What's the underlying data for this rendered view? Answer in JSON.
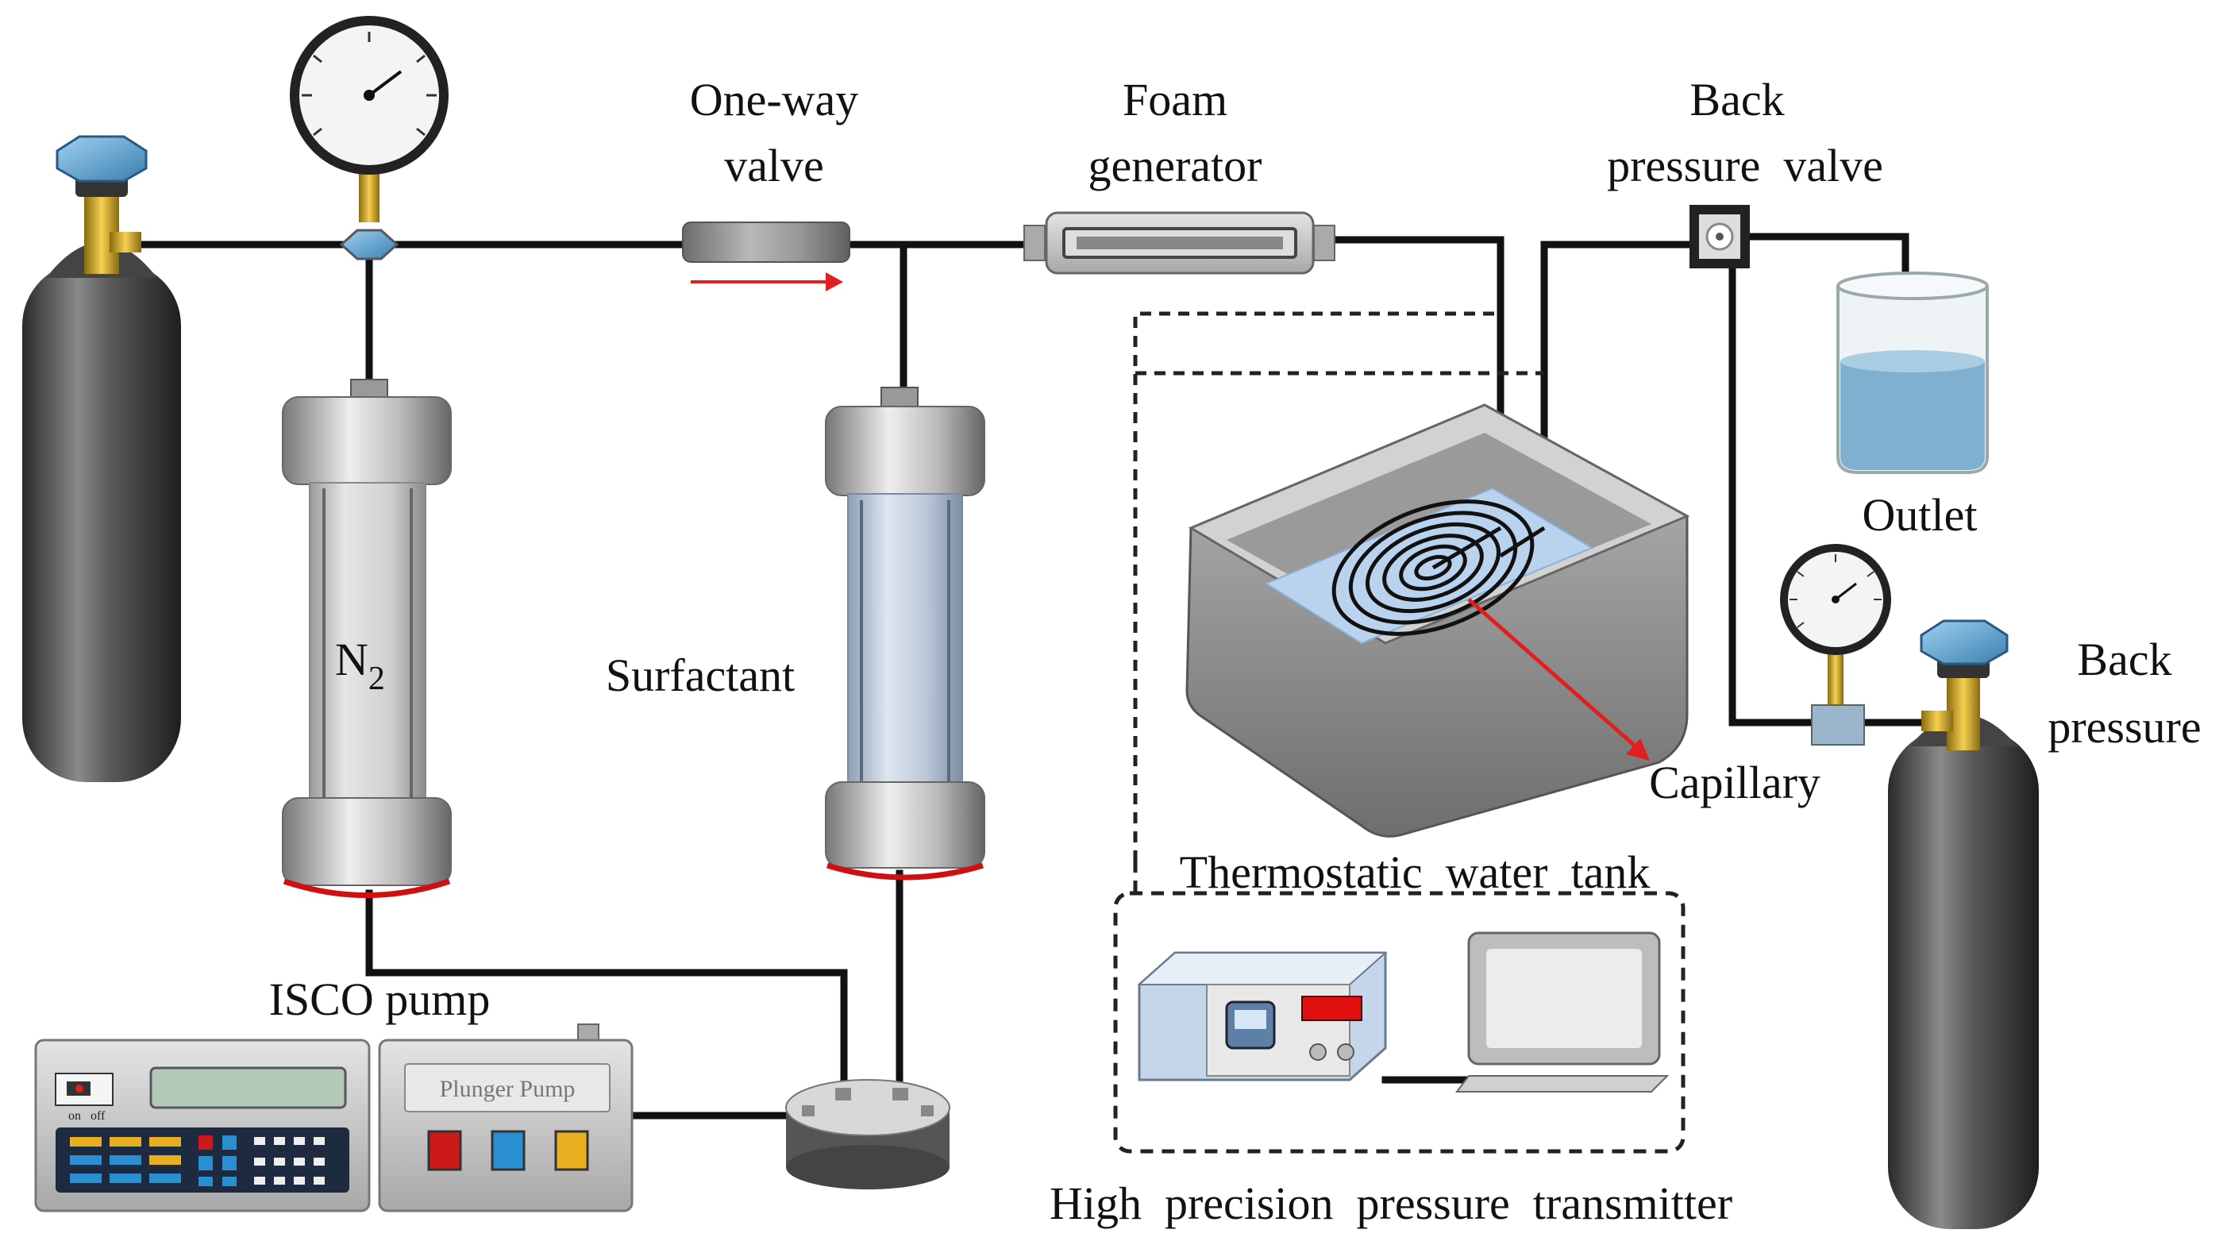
{
  "labels": {
    "one_way_valve_line1": "One-way",
    "one_way_valve_line2": "valve",
    "foam_generator_line1": "Foam",
    "foam_generator_line2": "generator",
    "back_pressure_valve_line1": "Back",
    "back_pressure_valve_line2": "pressure  valve",
    "outlet": "Outlet",
    "back_pressure_line1": "Back",
    "back_pressure_line2": "pressure",
    "n2_main": "N",
    "n2_sub": "2",
    "surfactant": "Surfactant",
    "capillary": "Capillary",
    "thermostatic_water_tank": "Thermostatic  water  tank",
    "isco_pump": "ISCO pump",
    "plunger_pump": "Plunger Pump",
    "switch_on": "on",
    "switch_off": "off",
    "high_precision_pressure_transmitter": "High  precision  pressure  transmitter"
  },
  "colors": {
    "pipe": "#111111",
    "arrow": "#e02020",
    "water": "#7fb0d0",
    "cylinder_dark": "#3a3a3a",
    "red_button": "#cc1a1a",
    "blue_button": "#2a8fd0",
    "yellow_button": "#e8b020"
  }
}
